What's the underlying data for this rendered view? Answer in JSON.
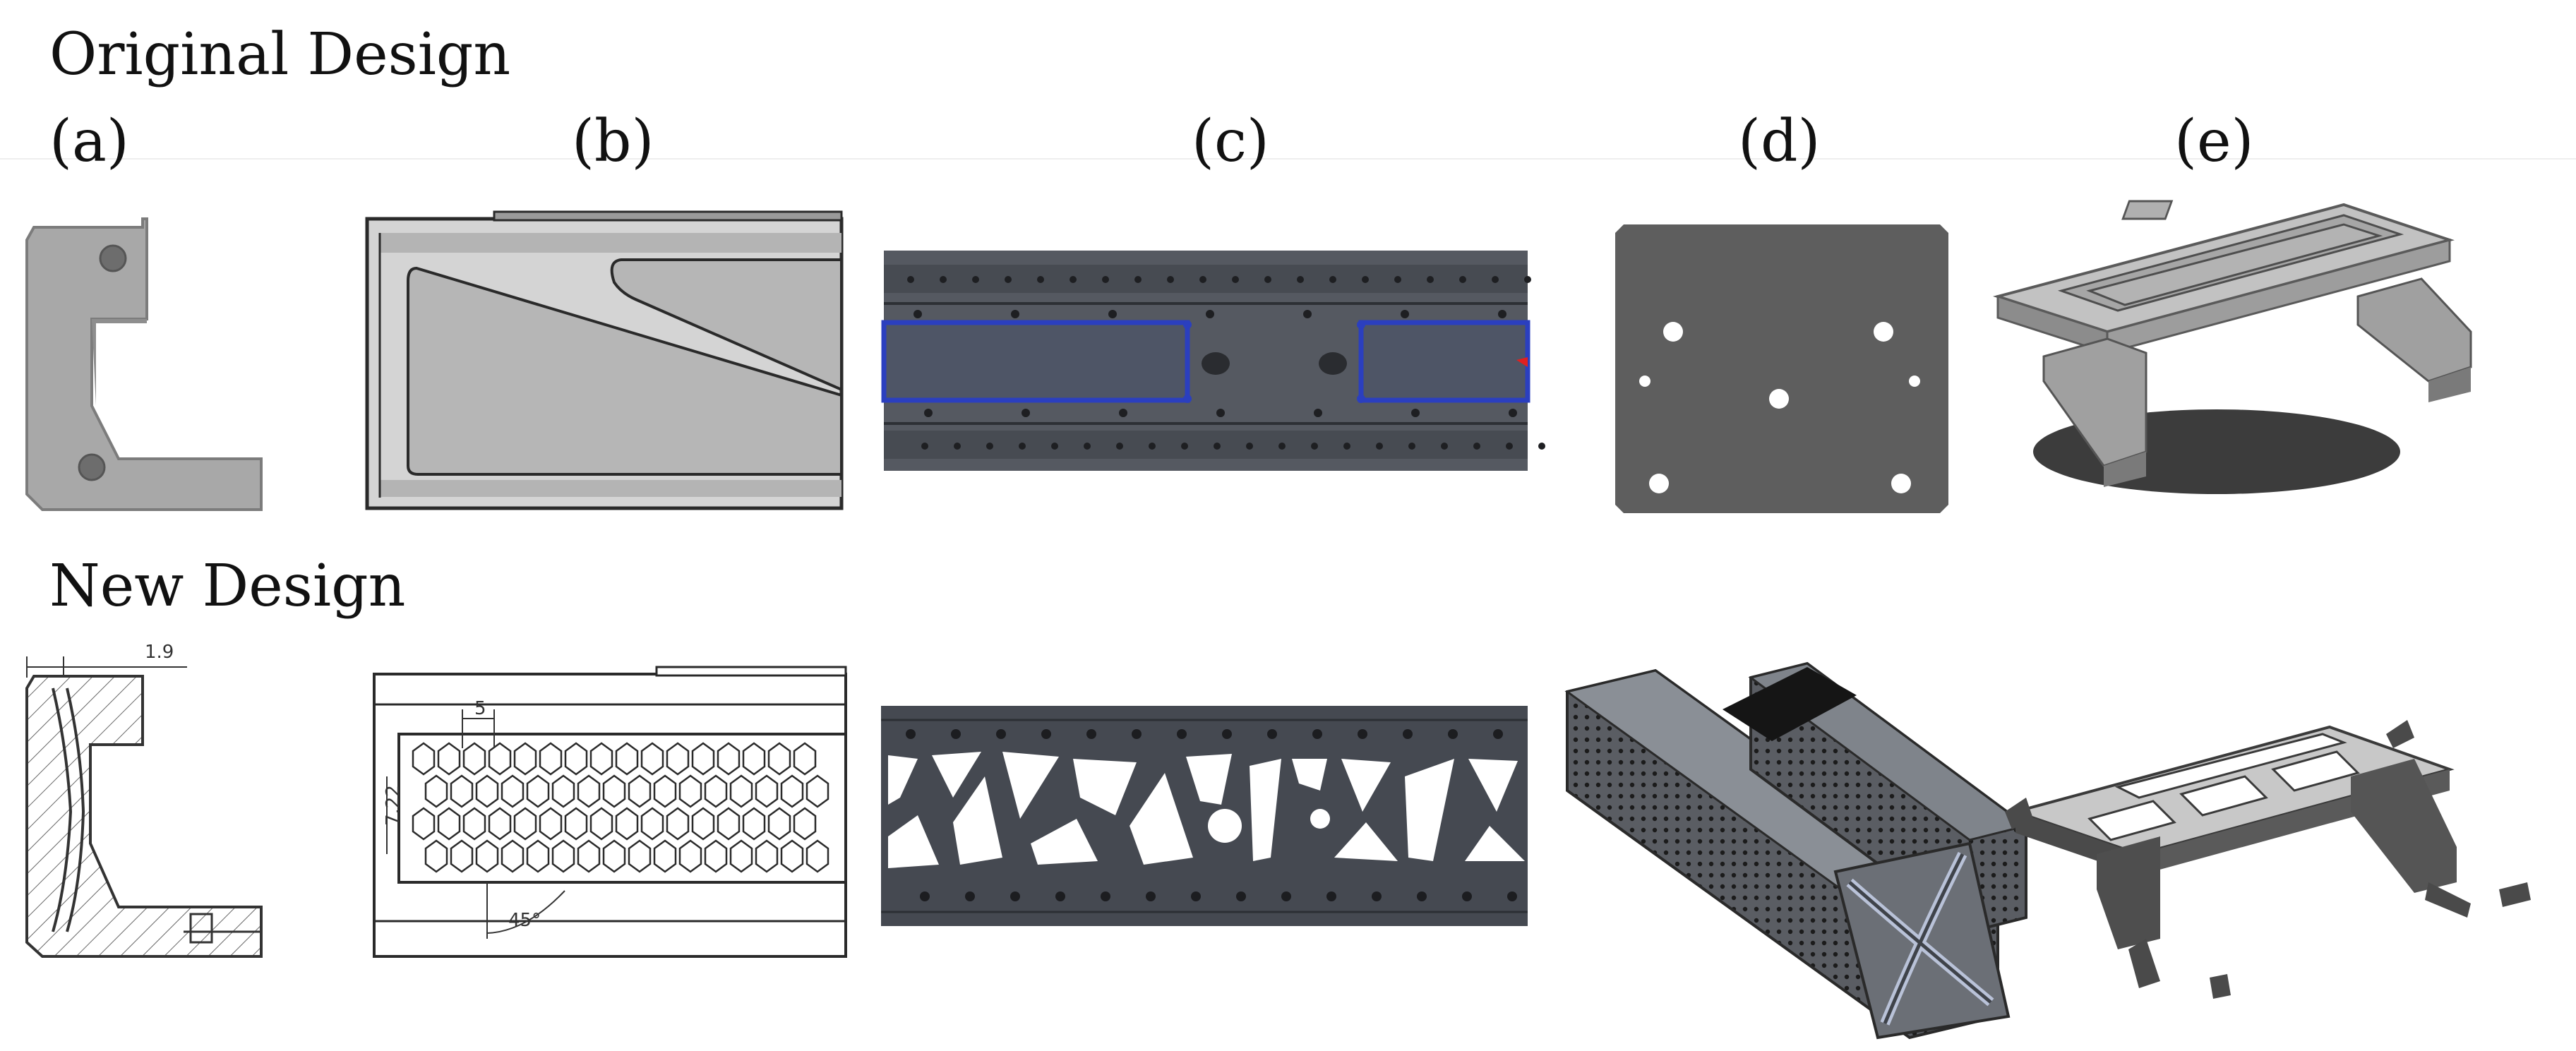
{
  "rows": {
    "original": {
      "title": "Original Design"
    },
    "new": {
      "title": "New Design"
    }
  },
  "panel_labels": [
    "(a)",
    "(b)",
    "(c)",
    "(d)",
    "(e)"
  ],
  "dimensions": {
    "a_wall": "1.9",
    "b_cell": "5",
    "b_height": "7.22",
    "b_angle": "45°"
  },
  "colors": {
    "part_light": "#a9a9a9",
    "part_mid": "#8f8f8f",
    "part_dark": "#585858",
    "plate": "#5e5e5e",
    "beam_dark": "#444a52",
    "highlight_blue": "#2b3fbf",
    "accent_red": "#e02020",
    "outline": "#2a2a2a",
    "hatch": "#555555"
  }
}
